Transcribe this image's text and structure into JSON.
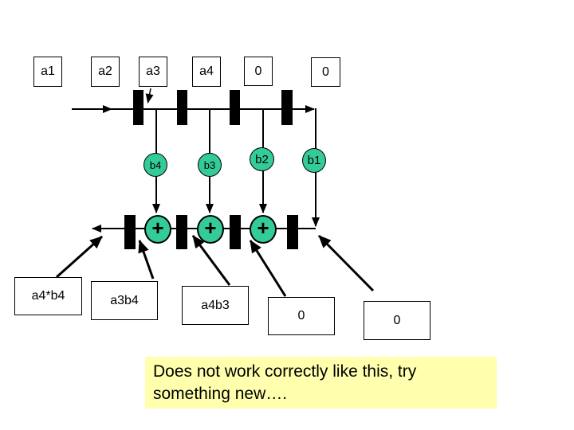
{
  "top_inputs": [
    "a1",
    "a2",
    "a3",
    "a4",
    "0",
    "0"
  ],
  "coefficients": [
    "b4",
    "b3",
    "b2",
    "b1"
  ],
  "adder_symbol": "+",
  "outputs": [
    "a4*b4",
    "a3b4",
    "a4b3",
    "0",
    "0"
  ],
  "note": {
    "line1": "Does not work correctly like this, try",
    "line2": "something new…."
  },
  "colors": {
    "node_fill": "#33cc99",
    "note_fill": "#ffffad",
    "wire": "#000000"
  }
}
